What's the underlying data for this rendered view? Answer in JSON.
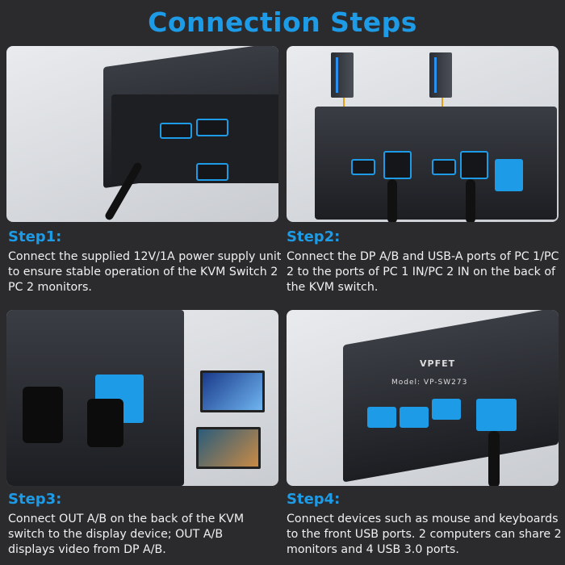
{
  "title": "Connection Steps",
  "steps": [
    {
      "label": "Step1:",
      "text": "Connect the supplied 12V/1A power supply unit to ensure stable operation of the KVM Switch 2 PC 2 monitors."
    },
    {
      "label": "Step2:",
      "text": "Connect the DP A/B and USB-A ports of PC 1/PC 2 to the ports of PC 1 IN/PC 2 IN on the back of the KVM switch."
    },
    {
      "label": "Step3:",
      "text": "Connect OUT A/B on the back of the KVM switch to the display device; OUT A/B displays video from DP A/B."
    },
    {
      "label": "Step4:",
      "text": "Connect devices such as mouse and keyboards to the front USB ports. 2 computers can share 2 monitors and 4 USB 3.0 ports."
    }
  ],
  "brand": "VPFET",
  "model": "Model: VP-SW273",
  "colors": {
    "accent": "#1e9be6",
    "background": "#2b2b2d"
  }
}
